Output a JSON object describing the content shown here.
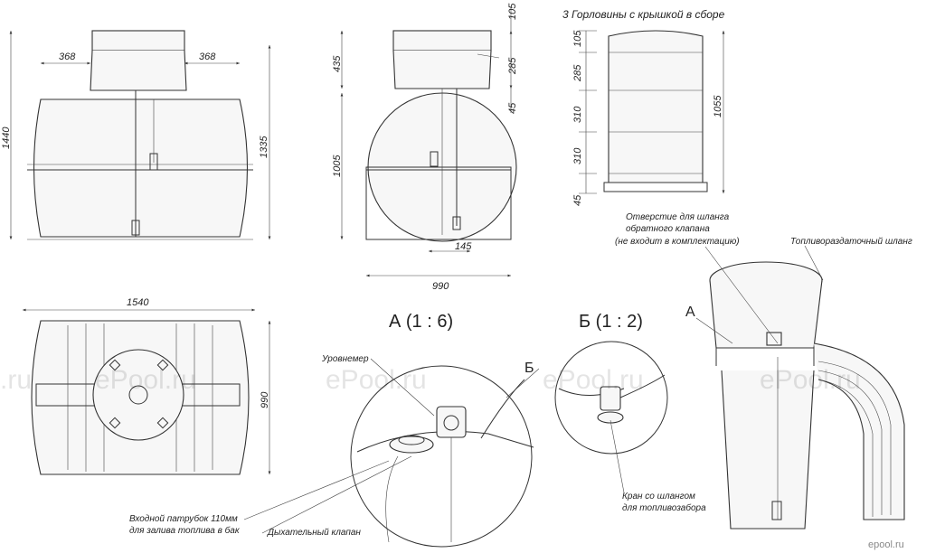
{
  "dims": {
    "front_width_left": "368",
    "front_width_right": "368",
    "front_height": "1440",
    "front_height_right": "1335",
    "side_top": "105",
    "side_neck": "435",
    "side_285": "285",
    "side_45": "45",
    "side_body": "1005",
    "side_145": "145",
    "side_width": "990",
    "neck_105": "105",
    "neck_285": "285",
    "neck_310a": "310",
    "neck_310b": "310",
    "neck_45": "45",
    "neck_total": "1055",
    "top_length": "1540",
    "top_width": "990"
  },
  "labels": {
    "neck_assembly": "3 Горловины с крышкой в сборе",
    "return_hole_1": "Отверстие для шланга",
    "return_hole_2": "обратного клапана",
    "return_hole_3": "(не входит в комплектацию)",
    "fuel_hose": "Топливораздаточный шланг",
    "callout_a": "А",
    "detail_a": "А (1 : 6)",
    "detail_b": "Б (1 : 2)",
    "callout_b": "Б",
    "level_gauge": "Уровнемер",
    "inlet_1": "Входной патрубок 110мм",
    "inlet_2": "для залива топлива в бак",
    "breather": "Дыхательный клапан",
    "tap_1": "Кран со шлангом",
    "tap_2": "для топливозабора"
  },
  "watermark": {
    "text1": "ePool.ru",
    "text2": "ePool.ru",
    "text3": "ePool.ru",
    "text4": "ePool.ru",
    "text5": ".ru",
    "brand": "epool.ru"
  }
}
